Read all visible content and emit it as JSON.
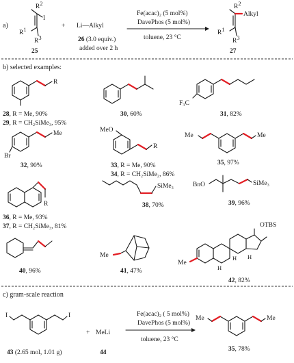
{
  "sections": {
    "a": "a)",
    "b": "b) selected examples:",
    "c": "c) gram-scale reaction"
  },
  "scheme_a": {
    "r2": "R",
    "r2_sup": "2",
    "r1": "R",
    "r1_sup": "1",
    "iodo": "I",
    "r3": "R",
    "r3_sup": "3",
    "sm_id": "25",
    "plus": "+",
    "reagent": "Li—Alkyl",
    "reagent_id": "26",
    "reagent_equiv": " (3.0 equiv.)",
    "reagent_note": "added over 2 h",
    "cond_line1": "Fe(acac)₂ (5 mol%)",
    "cond_line2": "DavePhos (5 mol%)",
    "cond_line3": "toluene, 23 °C",
    "p_r2": "R",
    "p_r2_sup": "2",
    "p_alkyl": "Alkyl",
    "p_r1": "R",
    "p_r1_sup": "1",
    "p_r3": "R",
    "p_r3_sup": "3",
    "product_id": "27"
  },
  "examples": {
    "c28": {
      "id": "28",
      "text": ", R = Me, 90%"
    },
    "c29": {
      "id": "29",
      "text": ", R = CH₂SiMe₃, 95%"
    },
    "c30": {
      "id": "30",
      "text": ", 60%"
    },
    "c31": {
      "id": "31",
      "text": ", 82%"
    },
    "c32": {
      "id": "32",
      "text": ", 90%"
    },
    "c33": {
      "id": "33",
      "text": ", R = Me, 90%"
    },
    "c34": {
      "id": "34",
      "text": ", R = CH₂SiMe₂, 86%"
    },
    "c35": {
      "id": "35",
      "text": ", 97%"
    },
    "c36": {
      "id": "36",
      "text": ", R = Me, 93%"
    },
    "c37": {
      "id": "37",
      "text": ", R = CH₂SiMe₃, 81%"
    },
    "c38": {
      "id": "38",
      "text": ", 70%"
    },
    "c39": {
      "id": "39",
      "text": ", 96%"
    },
    "c40": {
      "id": "40",
      "text": ", 96%"
    },
    "c41": {
      "id": "41",
      "text": ", 47%"
    },
    "c42": {
      "id": "42",
      "text": ", 82%"
    }
  },
  "labels": {
    "R": "R",
    "Me": "Me",
    "MeO": "MeO",
    "Br": "Br",
    "F3C": "F₃C",
    "SiMe3": "SiMe₃",
    "BnO": "BnO",
    "OTBS": "OTBS",
    "H": "H"
  },
  "scheme_c": {
    "iodo": "I",
    "sm_id": "43",
    "sm_amount": " (2.65 mol, 1.01 g)",
    "plus": "+",
    "reagent": "MeLi",
    "reagent_id": "44",
    "cond_line1": "Fe(acac)₂ ( 5 mol%)",
    "cond_line2": "DavePhos (5 mol%)",
    "cond_line3": "toluene, 23 °C",
    "product_id": "35",
    "yield": ", 78%"
  }
}
